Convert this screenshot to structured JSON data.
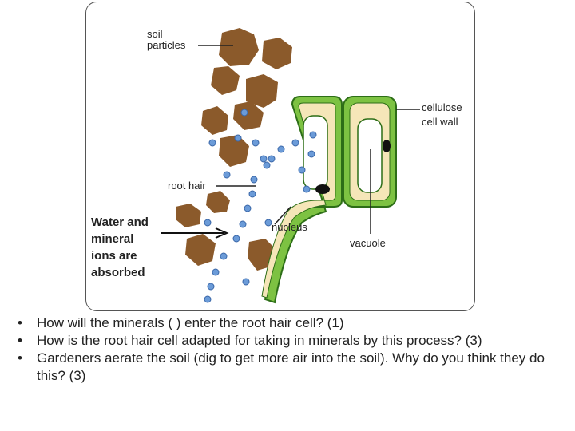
{
  "diagram": {
    "labels": {
      "soil_particles_line1": "soil",
      "soil_particles_line2": "particles",
      "cellulose_line1": "cellulose",
      "cellulose_line2": "cell wall",
      "root_hair": "root hair",
      "nucleus": "nucleus",
      "vacuole": "vacuole",
      "water_line1": "Water and",
      "water_line2": "mineral",
      "water_line3": "ions are",
      "water_line4": "absorbed"
    },
    "colors": {
      "soil": "#8b5a2b",
      "cell_wall": "#7dc242",
      "cytoplasm": "#f5e6b8",
      "ion": "#6b9bd8",
      "nucleus": "#111111"
    }
  },
  "questions": [
    {
      "bullet": "•",
      "text": "How will the minerals (  ) enter the root hair cell? (1)"
    },
    {
      "bullet": "•",
      "text": "How is the root hair cell adapted for taking in minerals by this process? (3)"
    },
    {
      "bullet": "•",
      "text": "Gardeners aerate the soil (dig to get more air into the soil). Why do you think they do this? (3)"
    }
  ]
}
